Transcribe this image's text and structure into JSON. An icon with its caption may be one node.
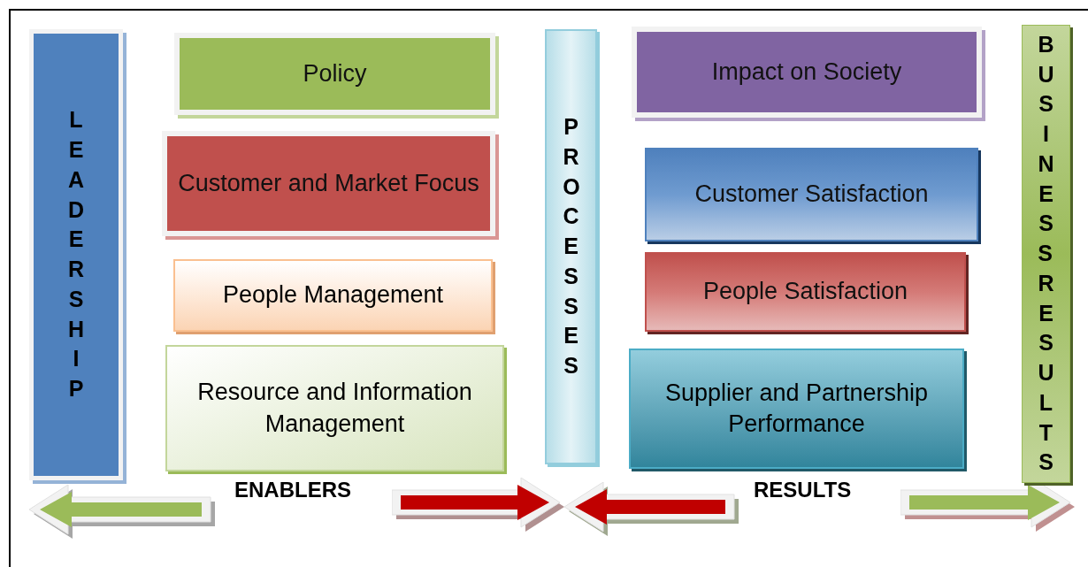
{
  "diagram": {
    "nodes": [
      {
        "text": [
          "LEADERSHIP"
        ]
      },
      {
        "text": [
          "Policy"
        ]
      },
      {
        "text": [
          "Customer and Market Focus"
        ]
      },
      {
        "text": [
          "People Management"
        ]
      },
      {
        "text": [
          "Resource and Information Management"
        ]
      },
      {
        "text": [
          "PROCESSES"
        ]
      },
      {
        "text": [
          "Impact on Society"
        ]
      },
      {
        "text": [
          "Customer Satisfaction"
        ]
      },
      {
        "text": [
          "People Satisfaction"
        ]
      },
      {
        "text": [
          "Supplier and Partnership Performance"
        ]
      },
      {
        "text": [
          "BUSINESS RESULTS"
        ]
      }
    ],
    "labels": [
      "ENABLERS",
      "RESULTS"
    ]
  }
}
